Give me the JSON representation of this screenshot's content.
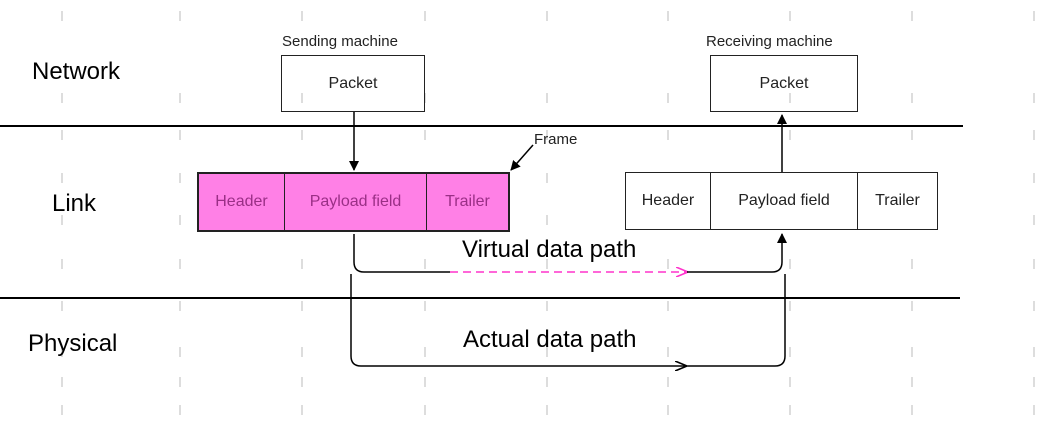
{
  "layers": {
    "network": "Network",
    "link": "Link",
    "physical": "Physical"
  },
  "sender": {
    "caption": "Sending machine",
    "packet": "Packet",
    "frame_callout": "Frame",
    "frame": {
      "header": "Header",
      "payload": "Payload field",
      "trailer": "Trailer"
    }
  },
  "receiver": {
    "caption": "Receiving machine",
    "packet": "Packet",
    "frame": {
      "header": "Header",
      "payload": "Payload field",
      "trailer": "Trailer"
    }
  },
  "paths": {
    "virtual": "Virtual data path",
    "actual": "Actual data path"
  },
  "colors": {
    "sender_frame_fill": "#ff80e6",
    "sender_frame_text": "#9a2f86",
    "virtual_path_dash": "#ff33cc",
    "line": "#000000",
    "background_dots": "#dddddd"
  }
}
